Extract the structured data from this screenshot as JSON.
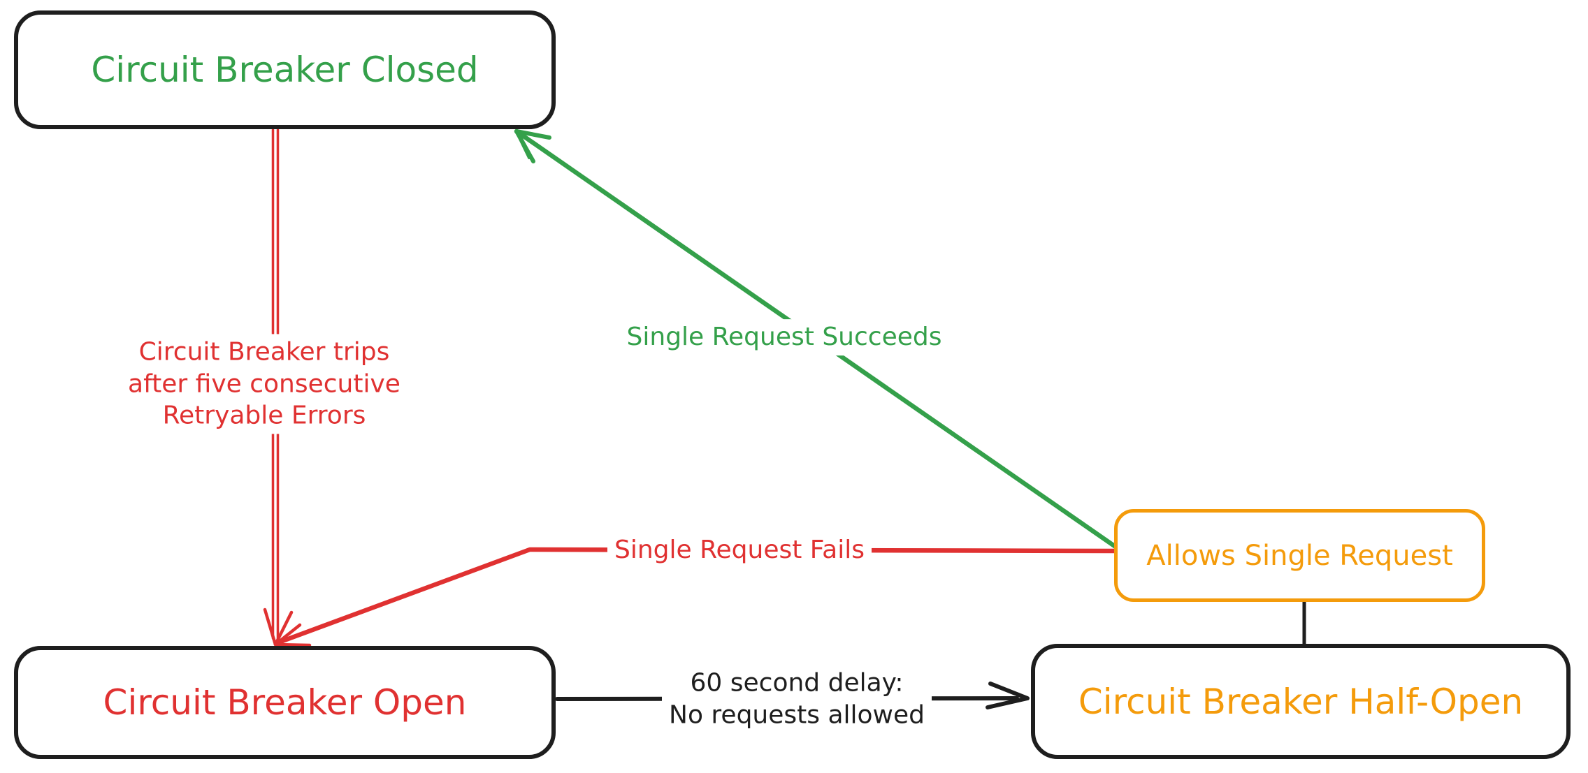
{
  "colors": {
    "green": "#34a04a",
    "red": "#e03131",
    "orange": "#f49b0b",
    "black": "#1e1e1e",
    "background": "#ffffff"
  },
  "nodes": {
    "closed": {
      "label": "Circuit Breaker Closed"
    },
    "open": {
      "label": "Circuit Breaker Open"
    },
    "half_open": {
      "label": "Circuit Breaker Half-Open"
    },
    "allows_single_request": {
      "label": "Allows Single Request"
    }
  },
  "edges": {
    "trips": {
      "label": "Circuit Breaker trips\nafter five consecutive\nRetryable Errors",
      "from": "closed",
      "to": "open"
    },
    "succeeds": {
      "label": "Single Request Succeeds",
      "from": "allows_single_request",
      "to": "closed"
    },
    "fails": {
      "label": "Single Request Fails",
      "from": "allows_single_request",
      "to": "open"
    },
    "delay": {
      "label": "60 second delay:\nNo requests allowed",
      "from": "open",
      "to": "half_open"
    },
    "allows_link": {
      "label": "",
      "from": "allows_single_request",
      "to": "half_open"
    }
  }
}
